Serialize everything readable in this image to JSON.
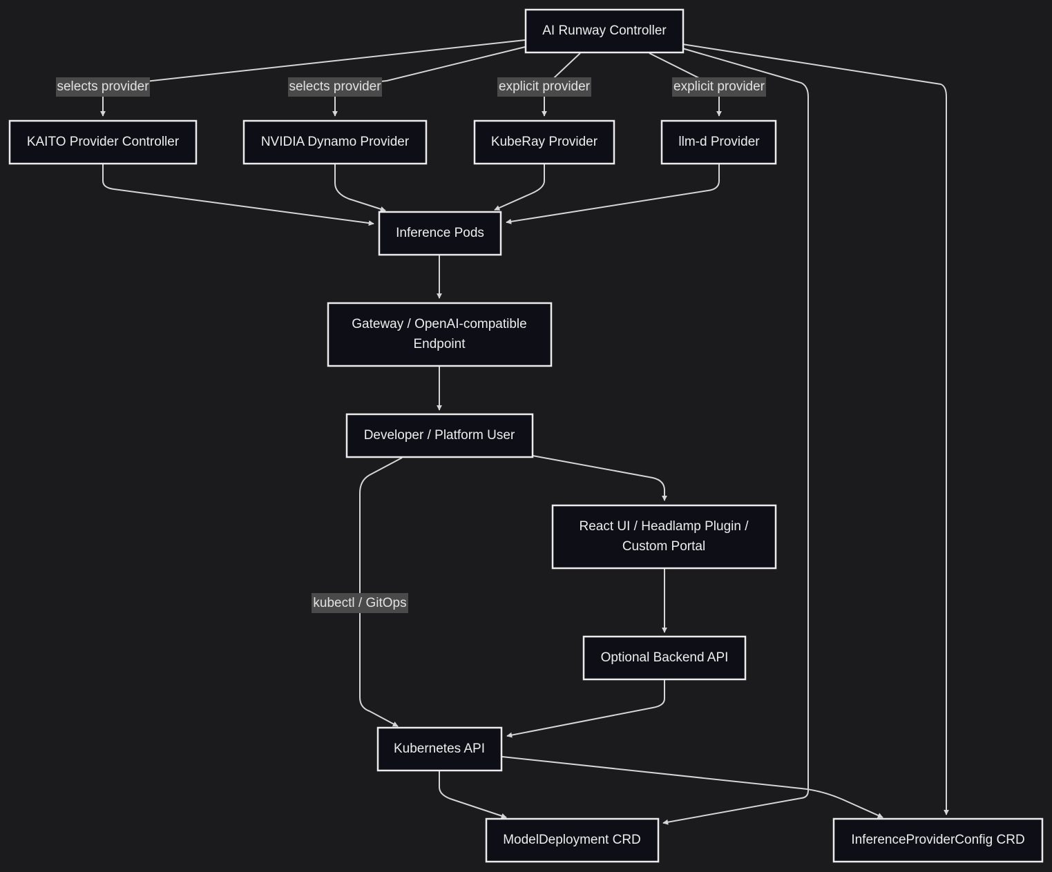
{
  "nodes": {
    "controller": "AI Runway Controller",
    "kaito": "KAITO Provider Controller",
    "dynamo": "NVIDIA Dynamo Provider",
    "kuberay": "KubeRay Provider",
    "llmd": "llm-d Provider",
    "pods": "Inference Pods",
    "gateway_line1": "Gateway / OpenAI-compatible",
    "gateway_line2": "Endpoint",
    "user": "Developer / Platform User",
    "ui_line1": "React UI / Headlamp Plugin /",
    "ui_line2": "Custom Portal",
    "backend": "Optional Backend API",
    "k8s": "Kubernetes API",
    "modeldeploy": "ModelDeployment CRD",
    "ipc": "InferenceProviderConfig CRD"
  },
  "edge_labels": {
    "to_kaito": "selects provider",
    "to_dynamo": "selects provider",
    "to_kuberay": "explicit provider",
    "to_llmd": "explicit provider",
    "user_to_k8s": "kubectl / GitOps"
  },
  "colors": {
    "background": "#1b1b1d",
    "node_fill": "#0e0e16",
    "node_border": "#ececec",
    "edge": "#d6d6d6",
    "label_background": "#4a4a4a"
  }
}
